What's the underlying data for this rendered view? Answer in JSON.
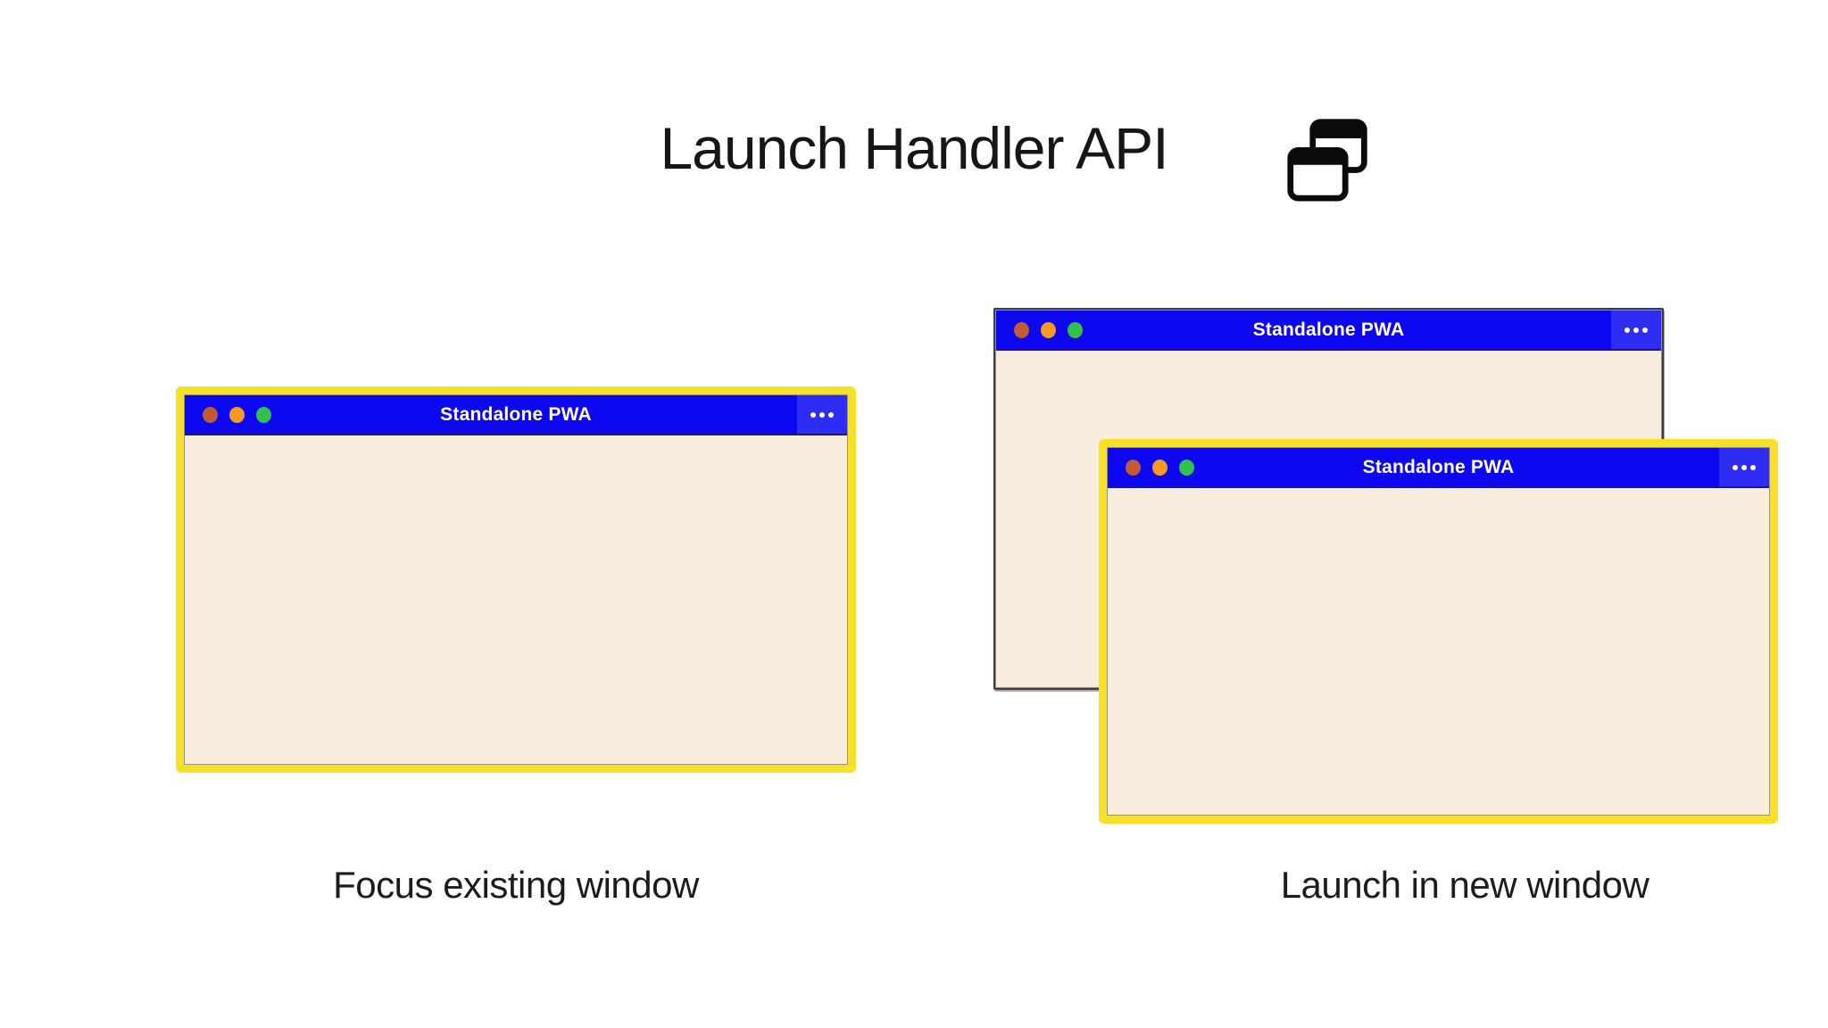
{
  "header": {
    "title": "Launch Handler API",
    "icon": "overlapping-windows-icon"
  },
  "windows": {
    "title": "Standalone PWA",
    "controls": [
      "close-dot",
      "minimize-dot",
      "maximize-dot"
    ],
    "menu_icon": "ellipsis-menu-icon"
  },
  "captions": {
    "left": "Focus existing window",
    "right": "Launch in new window"
  },
  "colors": {
    "blue": "#0D07F0",
    "blue_light": "#2F2CF4",
    "cream": "#F8ECDC",
    "yellow": "#F8DF2A",
    "dot_red": "#BF5C33",
    "dot_orange": "#F79A22",
    "dot_green": "#32C149",
    "back_border": "#3C3C3C",
    "text": "#161616"
  }
}
